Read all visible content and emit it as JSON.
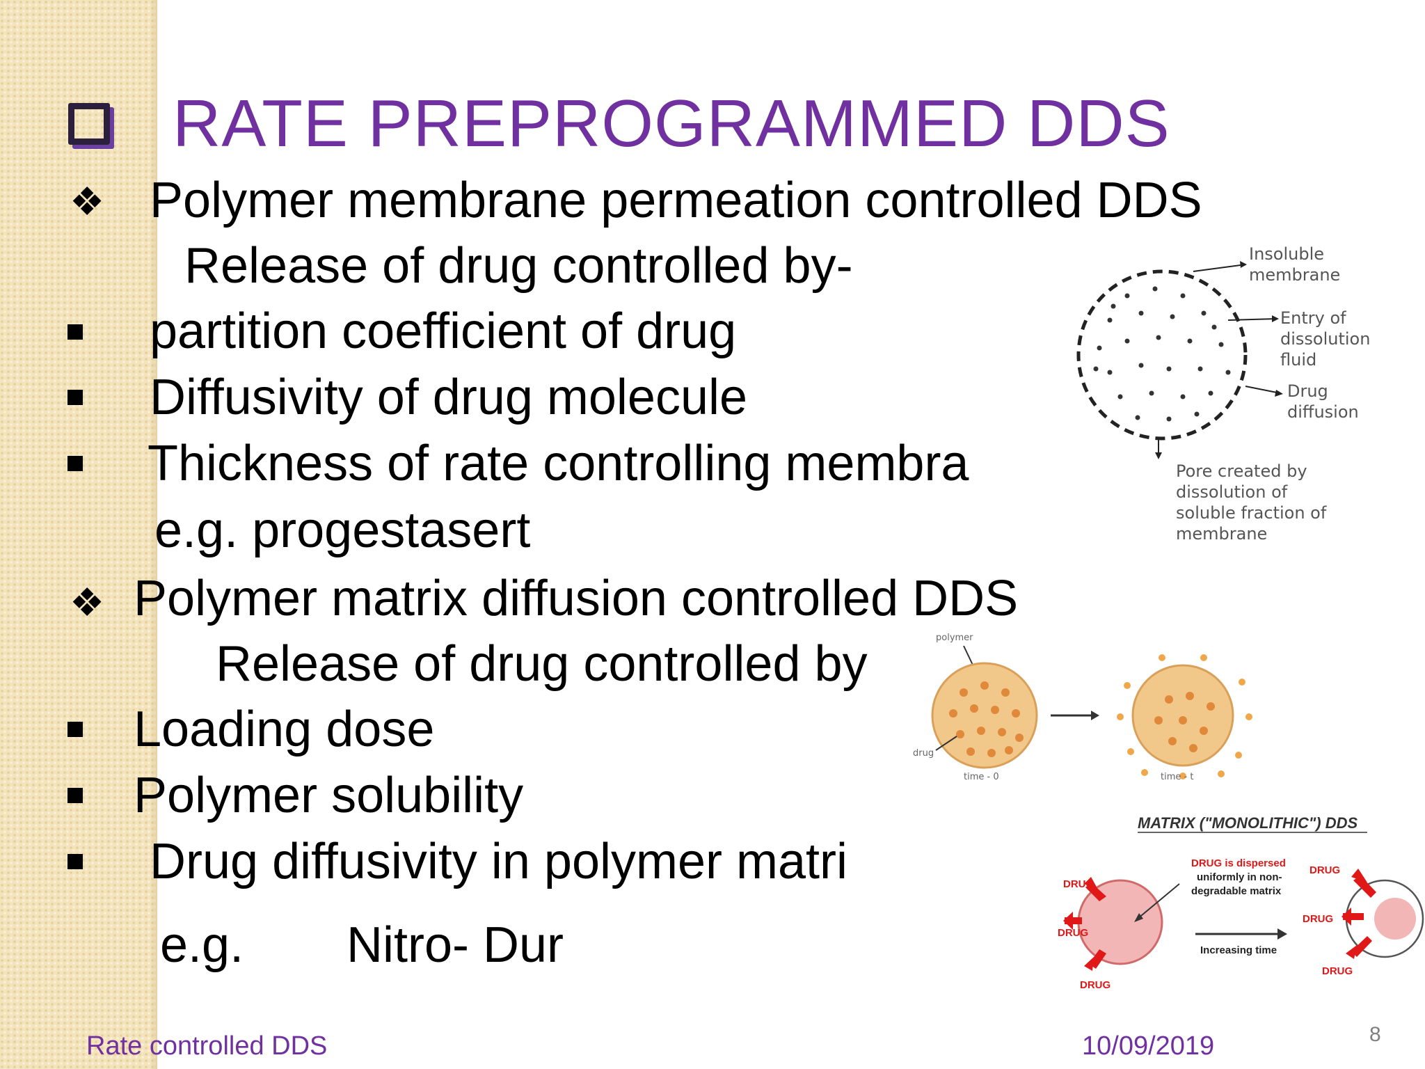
{
  "slide": {
    "title": "RATE PREPROGRAMMED  DDS",
    "section1": {
      "heading": "Polymer membrane permeation controlled DDS",
      "intro": "Release of drug controlled by-",
      "items": [
        "partition coefficient of drug",
        "Diffusivity of drug molecule",
        "Thickness of rate controlling membra"
      ],
      "example": "e.g. progestasert"
    },
    "section2": {
      "heading": "Polymer matrix diffusion controlled DDS",
      "intro": "Release of drug controlled by",
      "items": [
        "Loading dose",
        "Polymer solubility",
        "Drug diffusivity in polymer matri"
      ],
      "example_prefix": "e.g.",
      "example_name": "Nitro- Dur"
    },
    "footer": {
      "left": "Rate controlled DDS",
      "date": "10/09/2019",
      "page": "8"
    }
  },
  "figure1": {
    "insoluble_membrane": [
      "Insoluble",
      "membrane"
    ],
    "entry_fluid": [
      "Entry of",
      "dissolution",
      "fluid"
    ],
    "drug_diffusion": [
      "Drug",
      "diffusion"
    ],
    "pore": [
      "Pore created by",
      "dissolution of",
      "soluble fraction of",
      "membrane"
    ]
  },
  "figure2": {
    "polymer_label": "polymer",
    "drug_label": "drug",
    "time0": "time - 0",
    "timet": "time - t"
  },
  "figure3": {
    "title": "MATRIX (\"MONOLITHIC\") DDS",
    "drug": "DRUG",
    "desc": [
      "DRUG is dispersed",
      "uniformly in non-",
      "degradable matrix"
    ],
    "increasing": "Increasing time"
  },
  "colors": {
    "title": "#7030a0",
    "footer": "#7030a0",
    "strip": "#f3e4bd"
  }
}
